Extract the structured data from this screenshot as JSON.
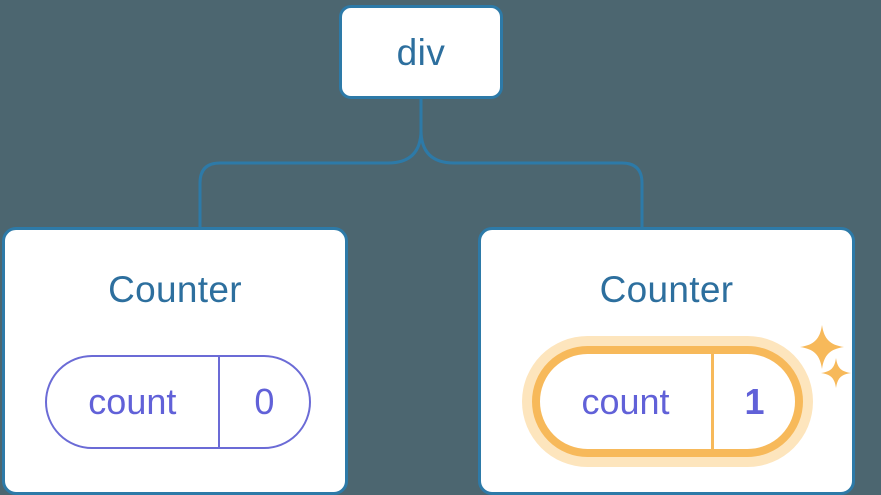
{
  "diagram": {
    "type": "component-tree",
    "background_color": "#4c6670",
    "root": {
      "label": "div",
      "node_border_color": "#2d7aa8",
      "text_color": "#2d6f9e"
    },
    "edges": {
      "color": "#2d7aa8",
      "style": "orthogonal-rounded",
      "from": "div",
      "to": [
        "Counter (left)",
        "Counter (right)"
      ]
    },
    "children": [
      {
        "title": "Counter",
        "state": {
          "key": "count",
          "value": "0"
        },
        "highlighted": false,
        "pill_border_color": "#6b6bd6",
        "pill_text_color": "#6161d8"
      },
      {
        "title": "Counter",
        "state": {
          "key": "count",
          "value": "1"
        },
        "highlighted": true,
        "pill_border_color": "#f7b95a",
        "pill_halo_color": "#fde5bd",
        "pill_text_color": "#6161d8",
        "sparkles": [
          "sparkle-large",
          "sparkle-small"
        ]
      }
    ]
  }
}
